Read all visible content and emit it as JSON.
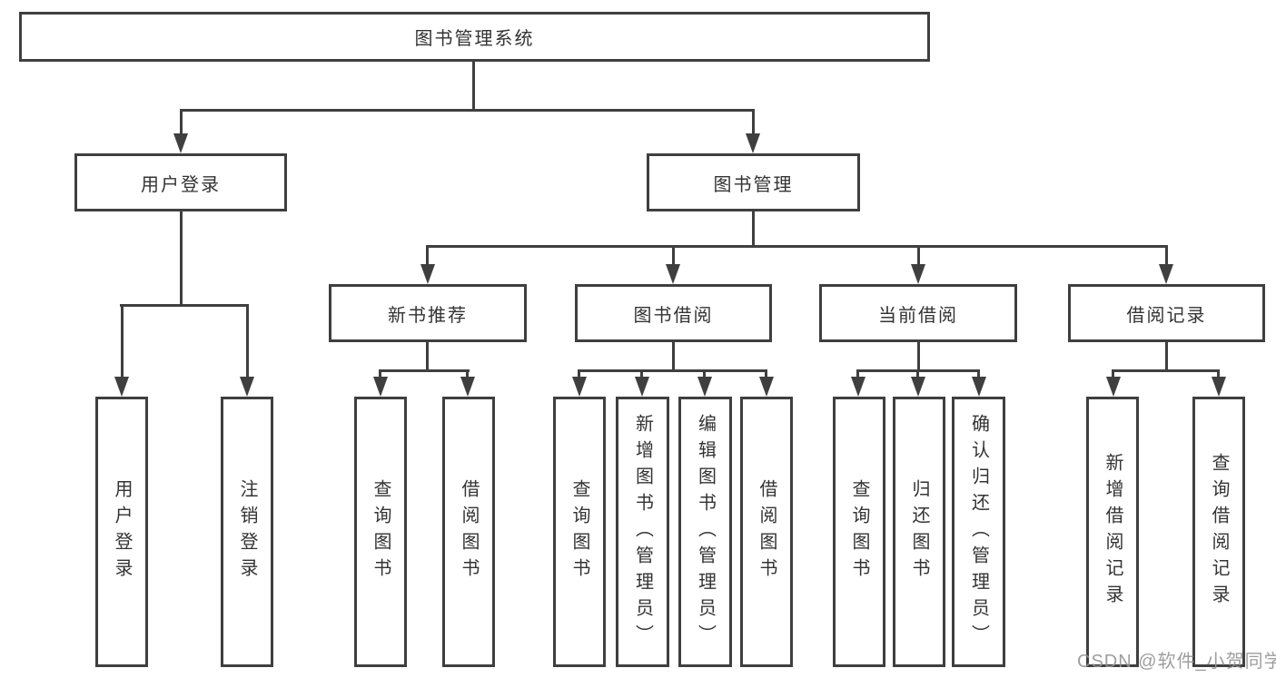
{
  "tree": {
    "root": {
      "label": "图书管理系统"
    },
    "level2": [
      {
        "label": "用户登录",
        "children": [
          "用户登录",
          "注销登录"
        ]
      },
      {
        "label": "图书管理"
      }
    ],
    "level3": [
      {
        "label": "新书推荐",
        "children": [
          "查询图书",
          "借阅图书"
        ]
      },
      {
        "label": "图书借阅",
        "children": [
          "查询图书",
          "新增图书（管理员）",
          "编辑图书（管理员）",
          "借阅图书"
        ]
      },
      {
        "label": "当前借阅",
        "children": [
          "查询图书",
          "归还图书",
          "确认归还（管理员）"
        ]
      },
      {
        "label": "借阅记录",
        "children": [
          "新增借阅记录",
          "查询借阅记录"
        ]
      }
    ]
  },
  "watermark": {
    "text": "CSDN @软件_小贺同学"
  },
  "colors": {
    "line": "#3f3f3f",
    "text": "#333333",
    "background": "#ffffff",
    "watermark": "#949494"
  }
}
